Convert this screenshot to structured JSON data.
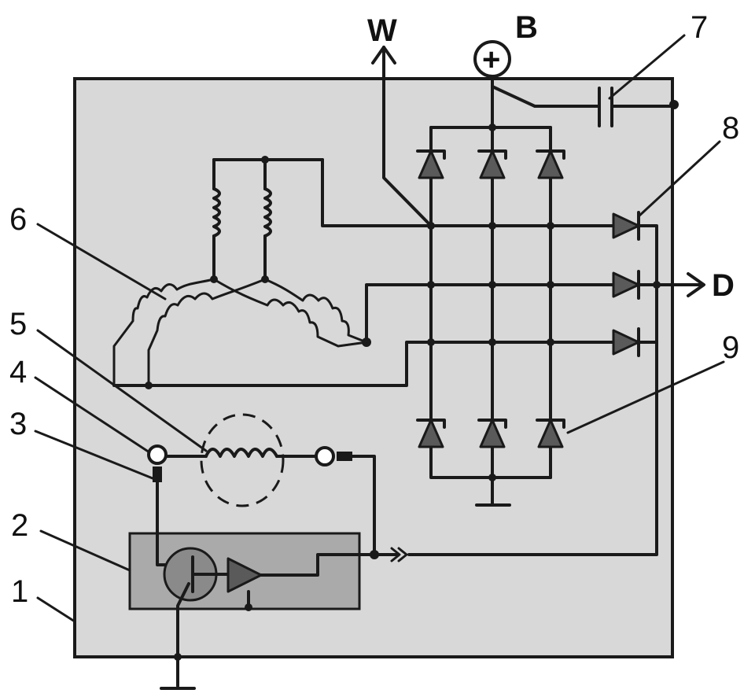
{
  "terminals": {
    "w": "W",
    "b": "B",
    "d": "D",
    "plus": "+"
  },
  "callouts": [
    "1",
    "2",
    "3",
    "4",
    "5",
    "6",
    "7",
    "8",
    "9"
  ],
  "colors": {
    "housing": "#d8d8d8",
    "regulator": "#aaaaaa",
    "diode": "#5a5a5a",
    "line": "#1a1a1a"
  }
}
